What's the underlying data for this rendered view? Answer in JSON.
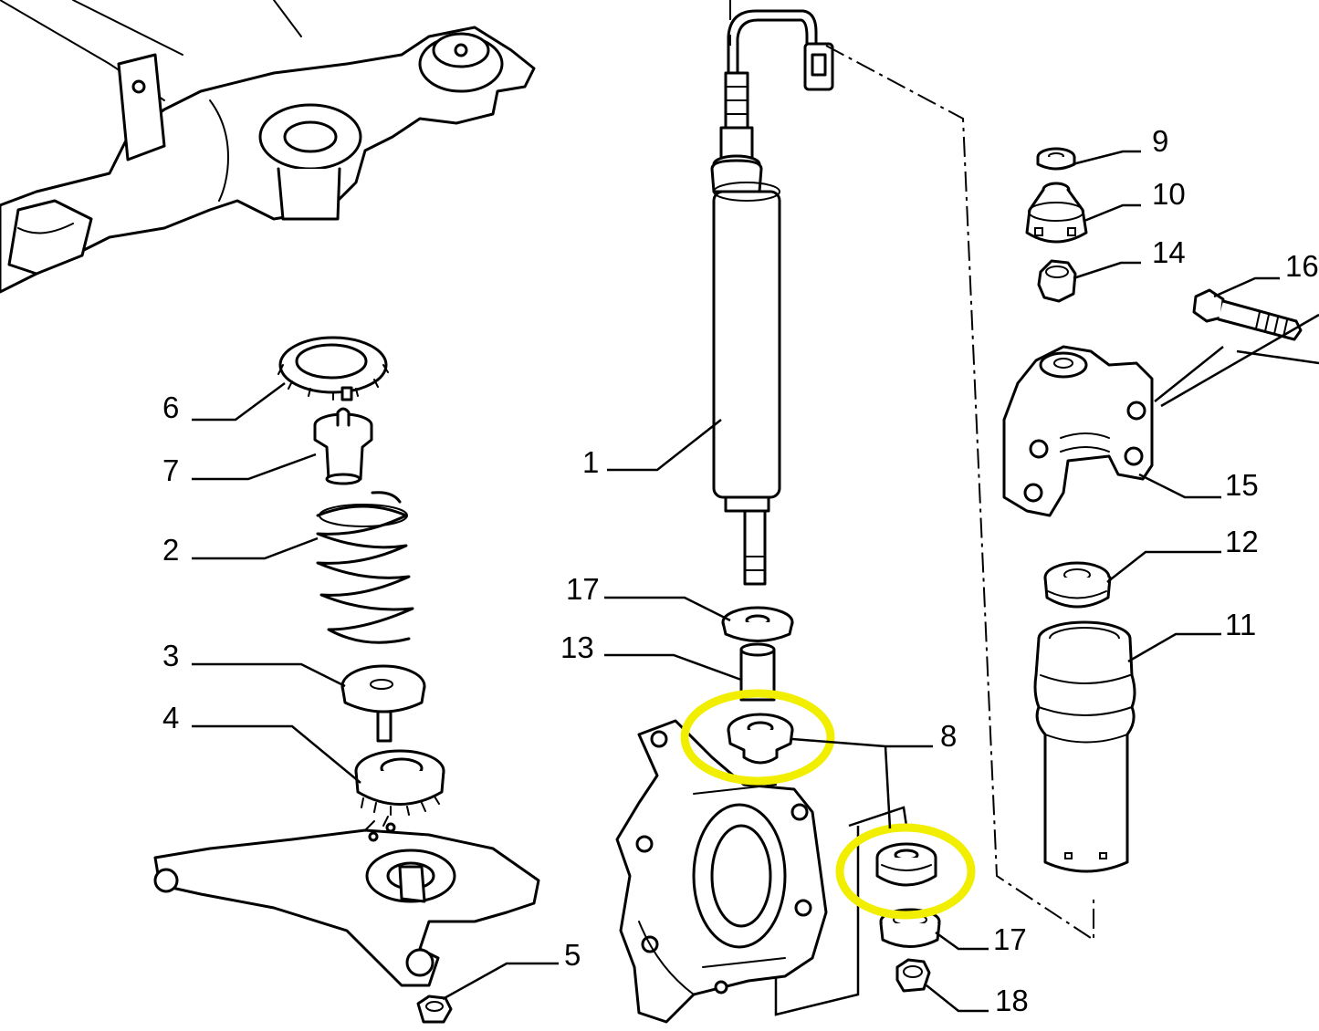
{
  "diagram": {
    "callouts": [
      {
        "id": "c1",
        "label": "1"
      },
      {
        "id": "c2",
        "label": "2"
      },
      {
        "id": "c3",
        "label": "3"
      },
      {
        "id": "c4",
        "label": "4"
      },
      {
        "id": "c5",
        "label": "5"
      },
      {
        "id": "c6",
        "label": "6"
      },
      {
        "id": "c7",
        "label": "7"
      },
      {
        "id": "c8",
        "label": "8"
      },
      {
        "id": "c9",
        "label": "9"
      },
      {
        "id": "c10",
        "label": "10"
      },
      {
        "id": "c11",
        "label": "11"
      },
      {
        "id": "c12",
        "label": "12"
      },
      {
        "id": "c13",
        "label": "13"
      },
      {
        "id": "c14",
        "label": "14"
      },
      {
        "id": "c15",
        "label": "15"
      },
      {
        "id": "c16",
        "label": "16"
      },
      {
        "id": "c17a",
        "label": "17"
      },
      {
        "id": "c17b",
        "label": "17"
      },
      {
        "id": "c18",
        "label": "18"
      }
    ],
    "highlight_color": "#f2ee00",
    "line_color": "#000000"
  }
}
